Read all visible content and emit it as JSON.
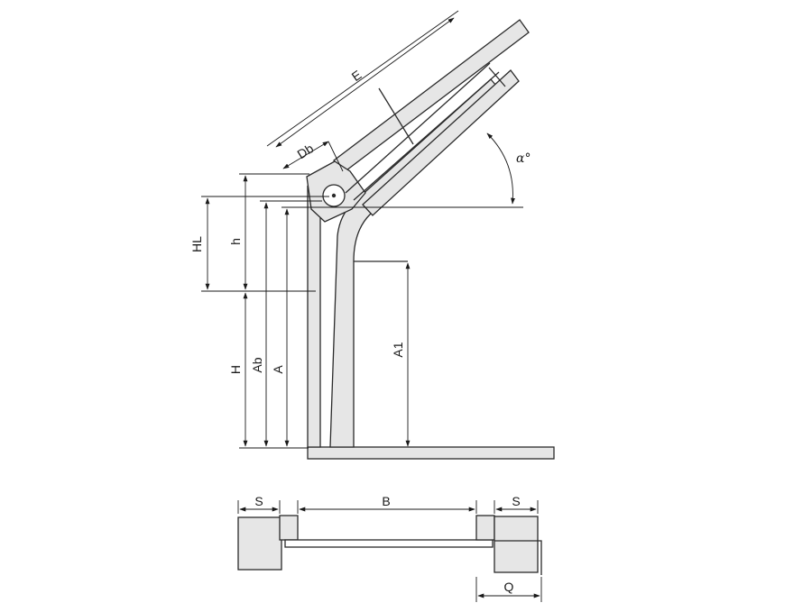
{
  "labels": {
    "E": "E",
    "Db": "Db",
    "alpha": "α°",
    "HL": "HL",
    "h": "h",
    "H": "H",
    "Ab": "Ab",
    "A": "A",
    "A1": "A1",
    "S_left": "S",
    "B": "B",
    "S_right": "S",
    "Q": "Q"
  },
  "colors": {
    "fill": "#e6e6e6",
    "stroke": "#2a2a2a"
  }
}
